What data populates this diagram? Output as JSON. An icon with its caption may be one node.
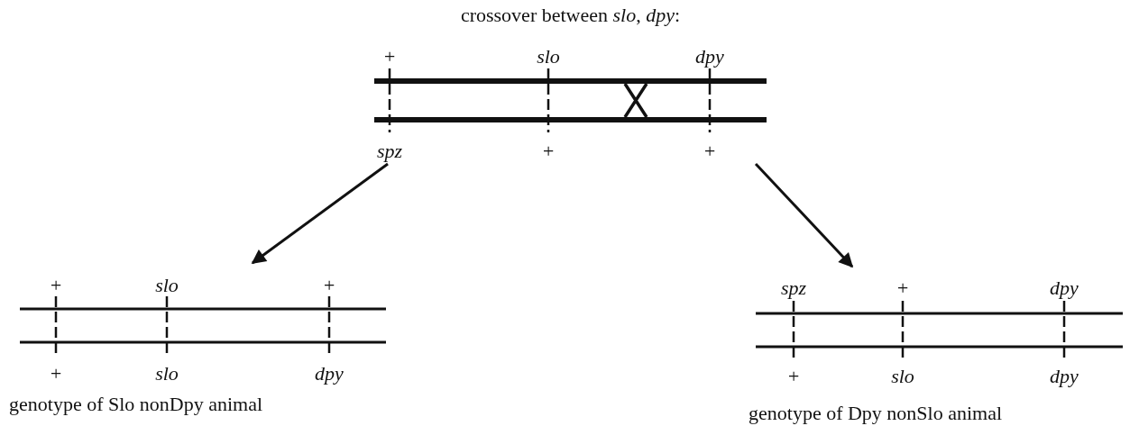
{
  "diagram": {
    "nodes": [
      {
        "text": [
          "crossover between *slo*, *dpy*:",
          "+",
          "slo",
          "dpy",
          "spz",
          "+",
          "+"
        ]
      },
      {
        "text": [
          "+",
          "slo",
          "+",
          "+",
          "slo",
          "dpy"
        ],
        "beside": [
          "genotype of Slo nonDpy animal"
        ]
      },
      {
        "text": [
          "spz",
          "+",
          "dpy",
          "+",
          "slo",
          "dpy"
        ],
        "beside": [
          "genotype of Dpy nonSlo animal"
        ]
      }
    ],
    "edges": [
      {
        "from": 0,
        "to": 1,
        "arrow": "to"
      },
      {
        "from": 0,
        "to": 2,
        "arrow": "to"
      }
    ]
  }
}
